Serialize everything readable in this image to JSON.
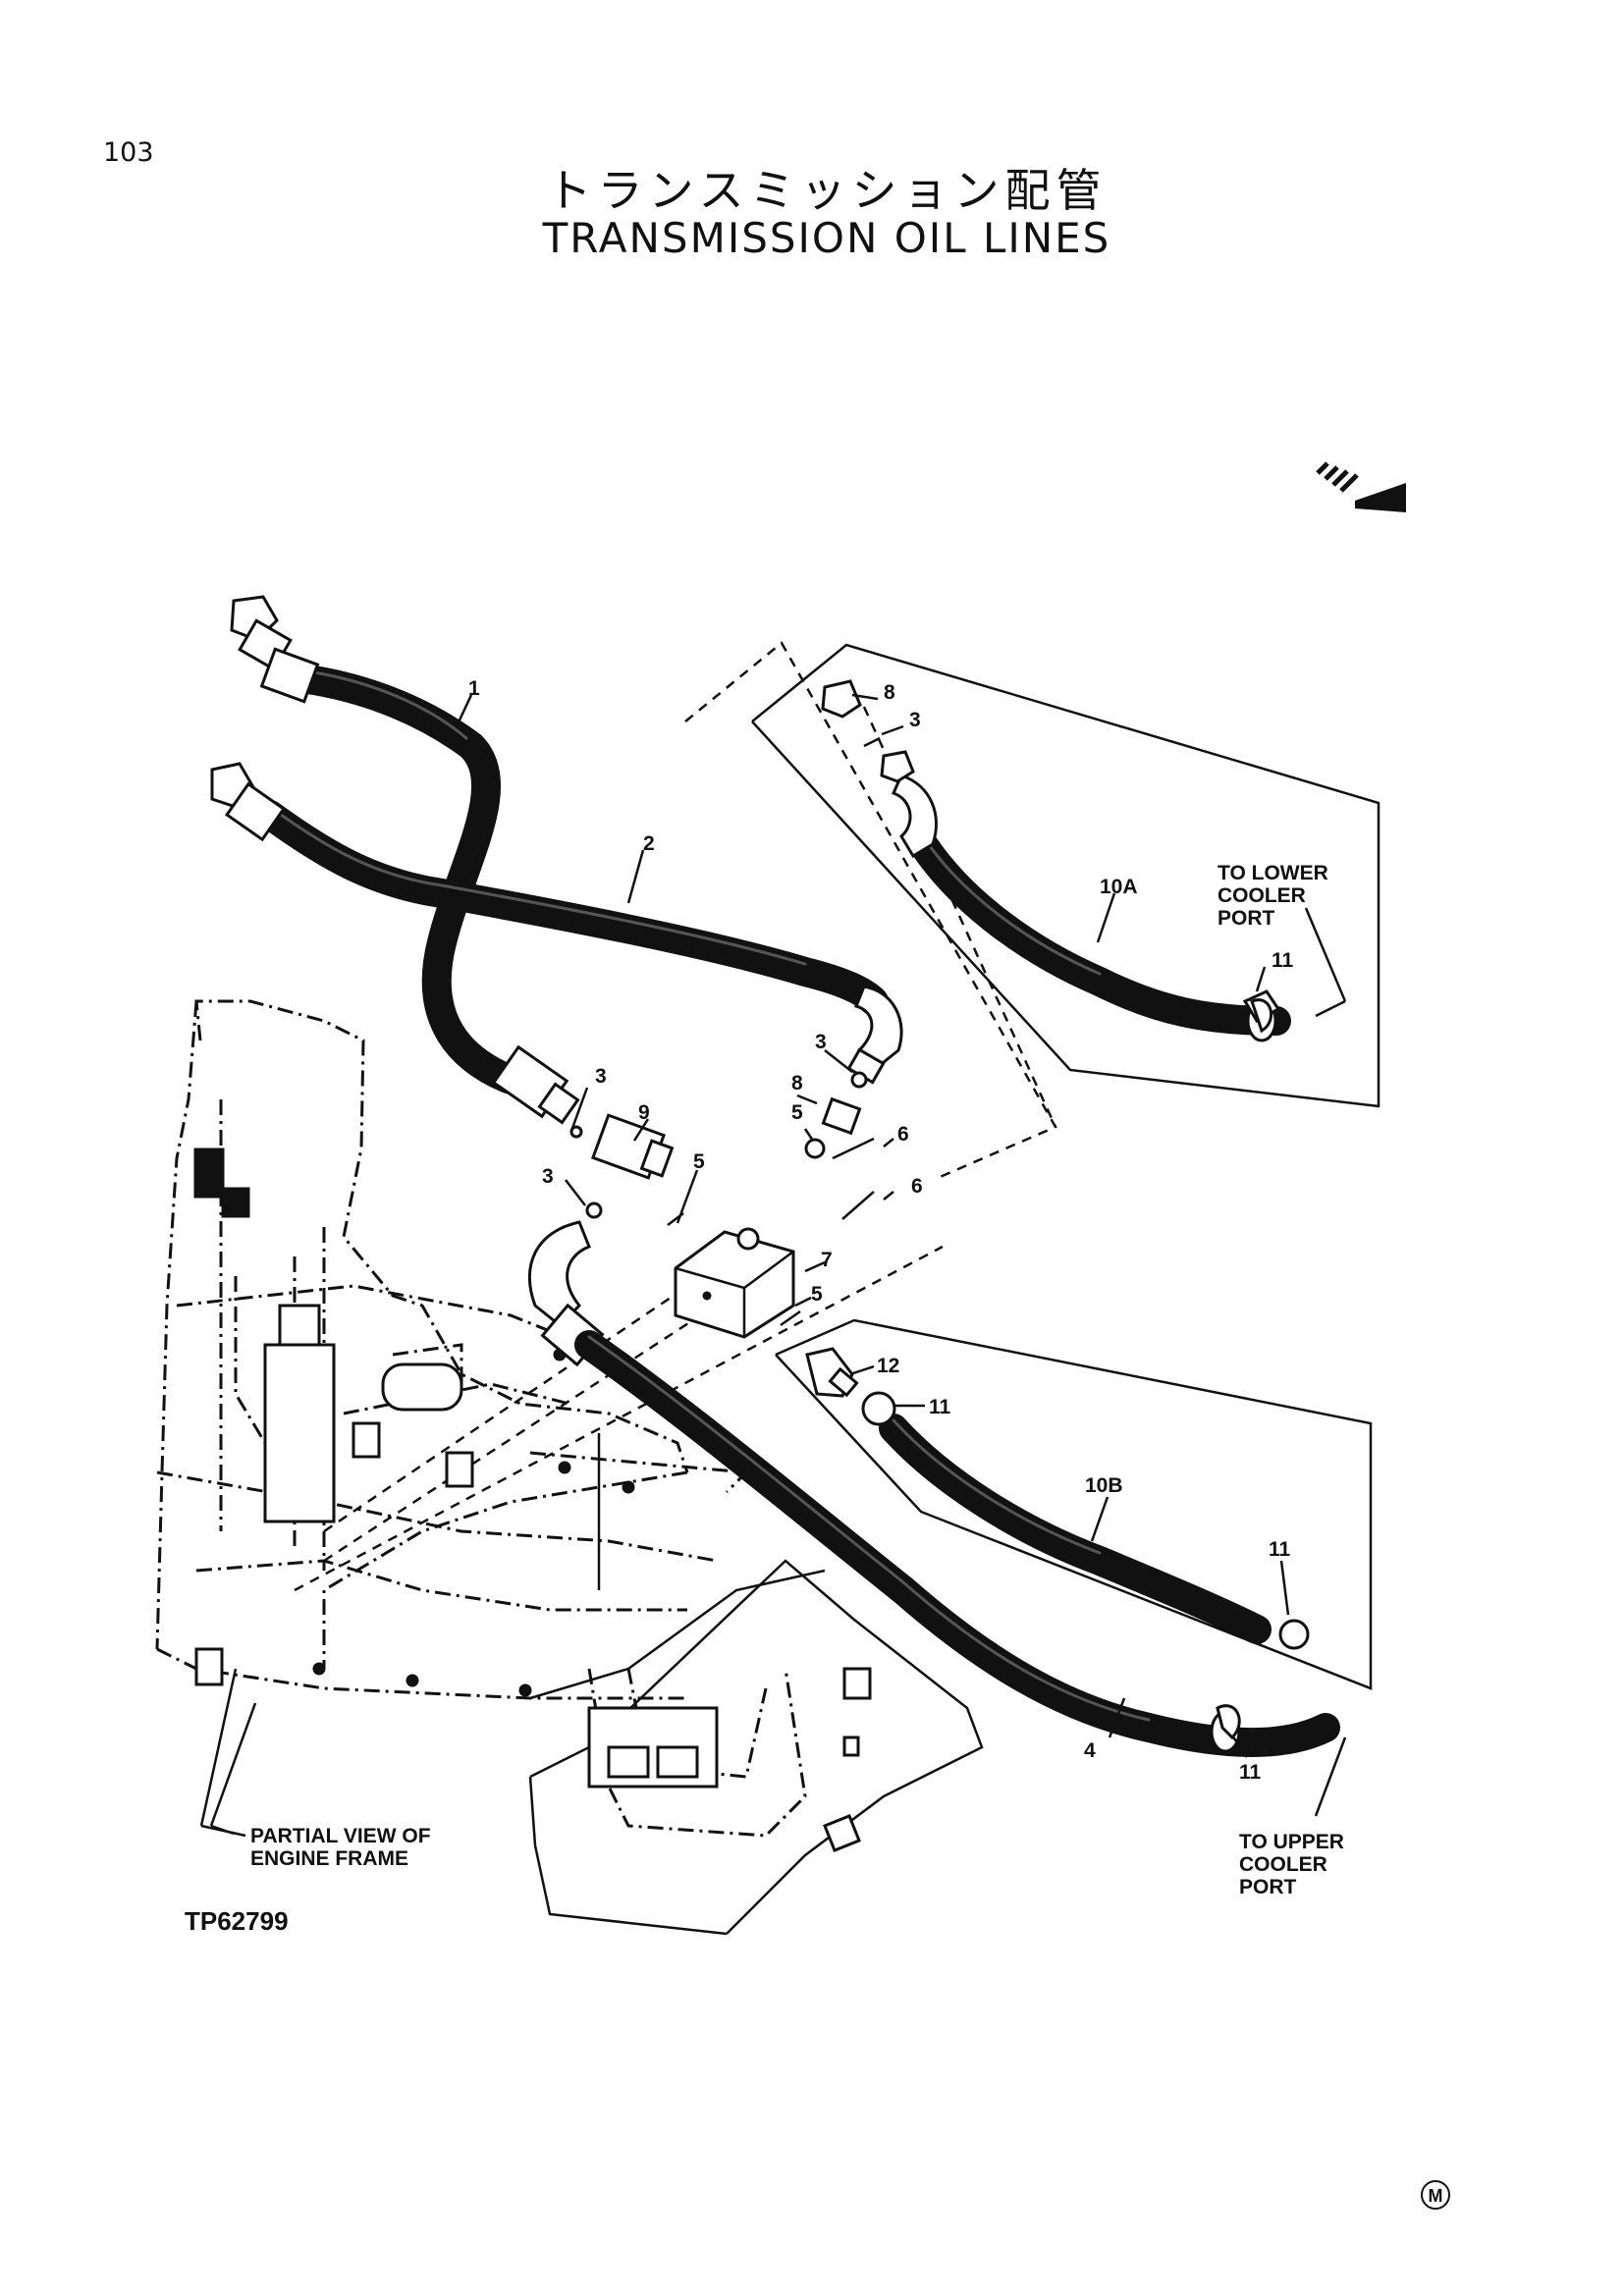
{
  "page": {
    "number": "103"
  },
  "title": {
    "japanese": "トランスミッション配管",
    "english": "TRANSMISSION OIL LINES"
  },
  "callouts": {
    "c1": "1",
    "c2": "2",
    "c3a": "3",
    "c3b": "3",
    "c3c": "3",
    "c3d": "3",
    "c4": "4",
    "c5a": "5",
    "c5b": "5",
    "c5c": "5",
    "c6a": "6",
    "c6b": "6",
    "c7": "7",
    "c8a": "8",
    "c8b": "8",
    "c9": "9",
    "c10a": "10A",
    "c10b": "10B",
    "c11a": "11",
    "c11b": "11",
    "c11c": "11",
    "c11d": "11",
    "c12": "12"
  },
  "notes": {
    "lower_port": [
      "TO LOWER",
      "COOLER",
      "PORT"
    ],
    "upper_port": [
      "TO UPPER",
      "COOLER",
      "PORT"
    ],
    "partial_view": [
      "PARTIAL VIEW OF",
      "ENGINE FRAME"
    ]
  },
  "figure_id": "TP62799",
  "footer_mark": "M",
  "icons": {
    "direction_arrow": "front-arrow-icon"
  }
}
